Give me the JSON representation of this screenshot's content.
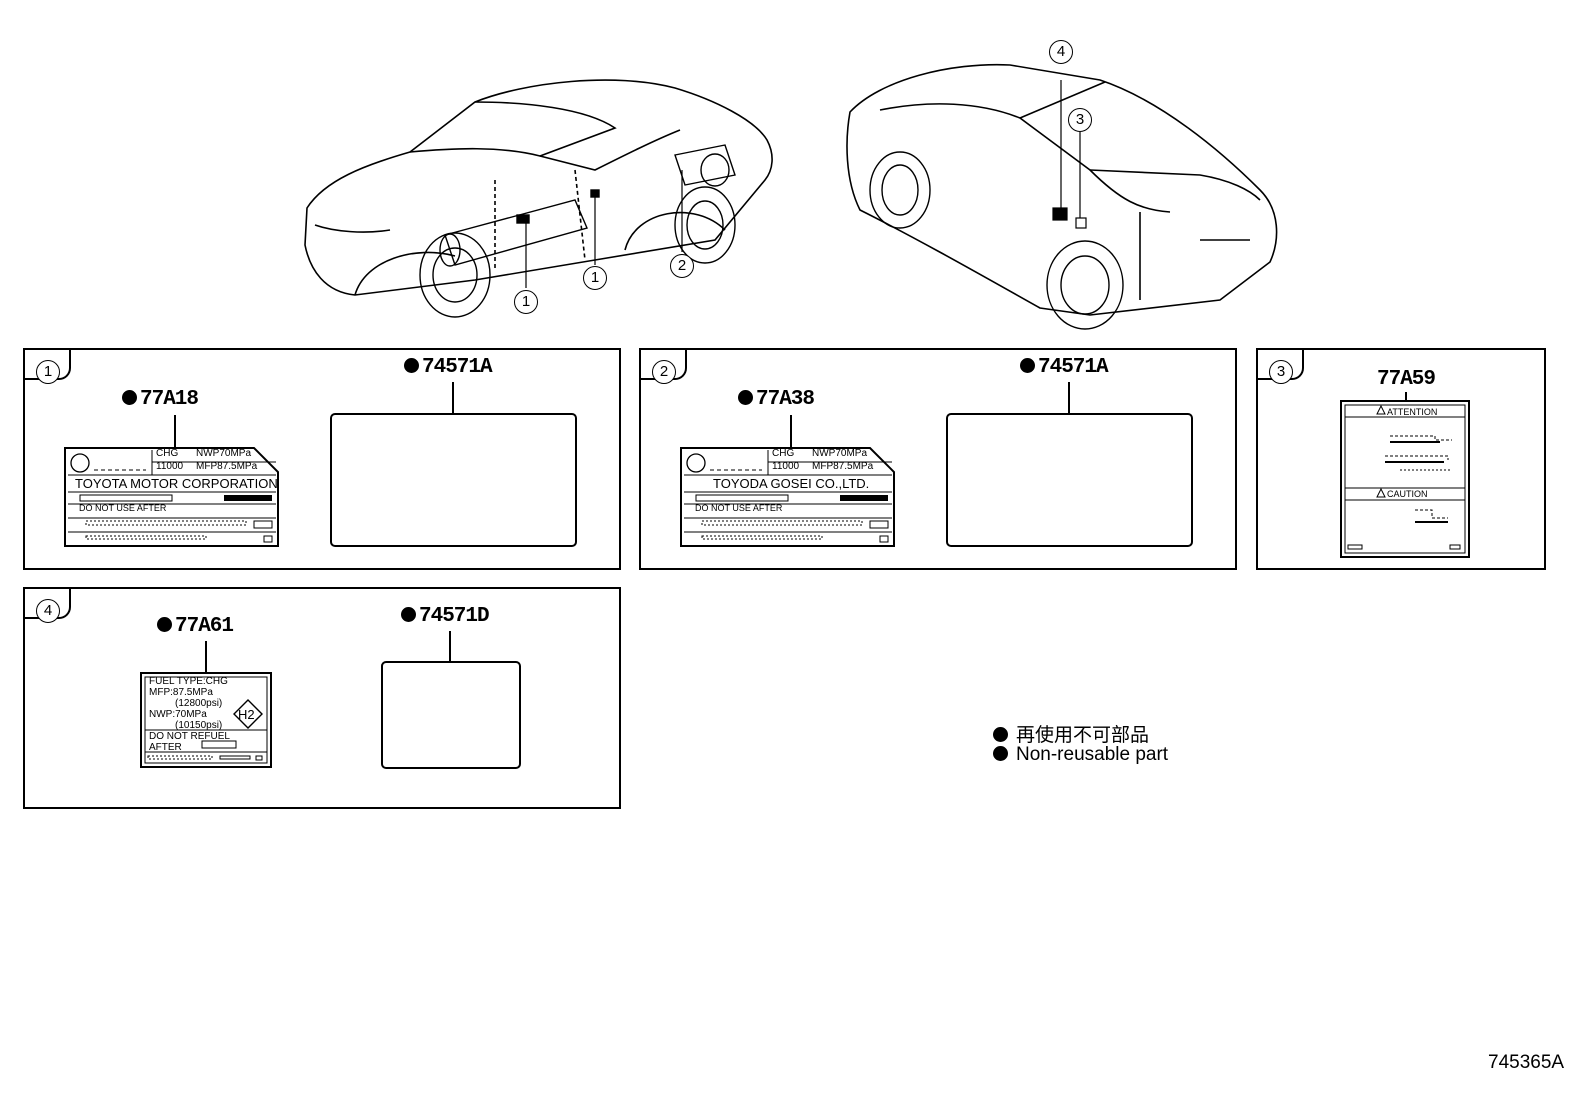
{
  "callouts": {
    "c1": "1",
    "c2": "2",
    "c3": "3",
    "c4": "4"
  },
  "panels": {
    "p1": {
      "index": "1",
      "parts": [
        "77A18",
        "74571A"
      ],
      "label": {
        "row1": [
          "CHG",
          "NWP70MPa"
        ],
        "row2": [
          "11000",
          "MFP87.5MPa"
        ],
        "maker": "TOYOTA MOTOR CORPORATION",
        "expiry": "DO NOT USE AFTER"
      }
    },
    "p2": {
      "index": "2",
      "parts": [
        "77A38",
        "74571A"
      ],
      "label": {
        "row1": [
          "CHG",
          "NWP70MPa"
        ],
        "row2": [
          "11000",
          "MFP87.5MPa"
        ],
        "maker": "TOYODA GOSEI CO.,LTD.",
        "expiry": "DO NOT USE AFTER"
      }
    },
    "p3": {
      "index": "3",
      "parts": [
        "77A59"
      ],
      "label": {
        "attention": "ATTENTION",
        "caution": "CAUTION"
      }
    },
    "p4": {
      "index": "4",
      "parts": [
        "77A61",
        "74571D"
      ],
      "label": {
        "lines": [
          "FUEL TYPE:CHG",
          "MFP:87.5MPa",
          "(12800psi)",
          "NWP:70MPa",
          "(10150psi)",
          "DO NOT REFUEL",
          "AFTER"
        ],
        "badge": "H2"
      }
    }
  },
  "legend": {
    "jp": "再使用不可部品",
    "en": "Non-reusable part"
  },
  "figure_id": "745365A"
}
